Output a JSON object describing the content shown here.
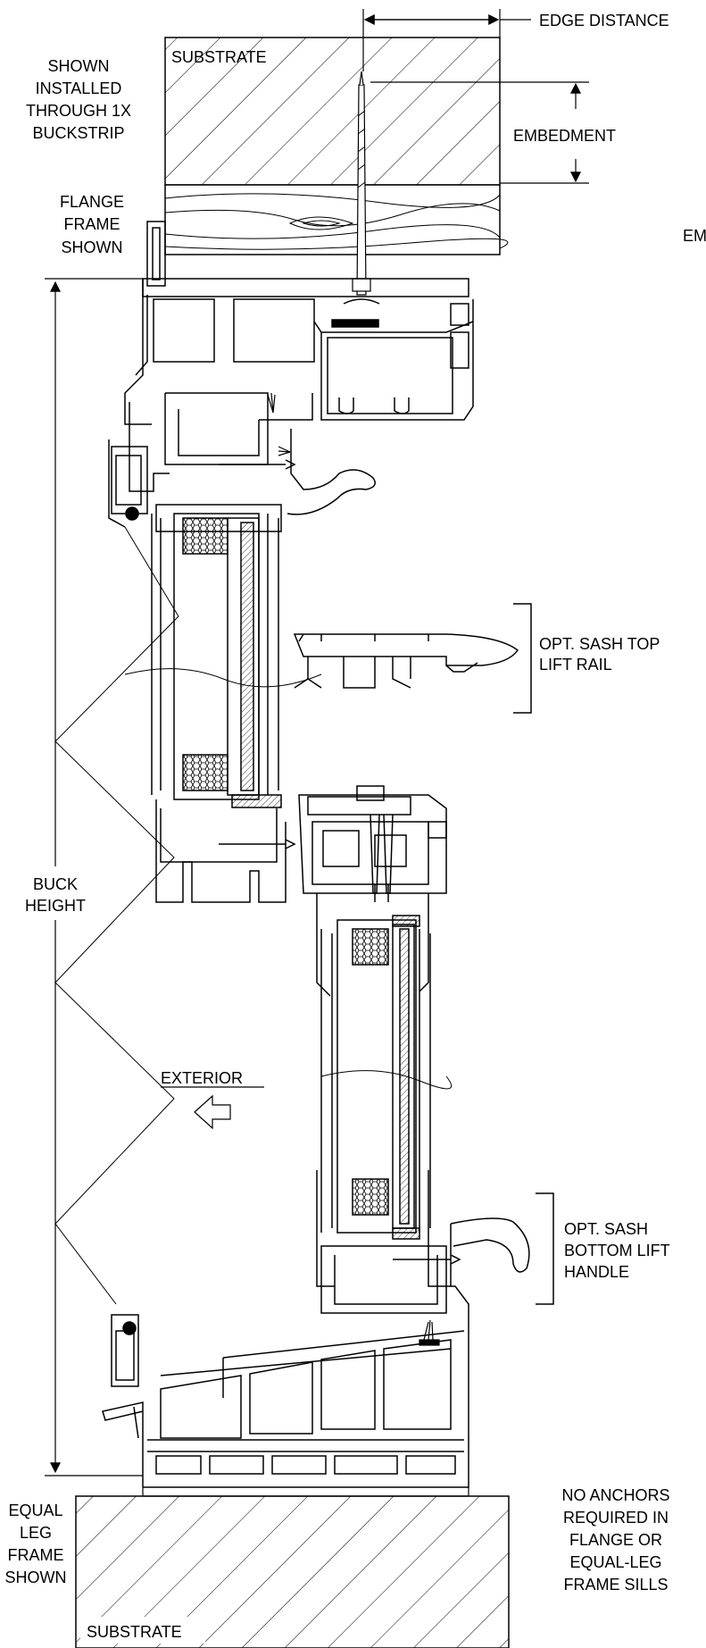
{
  "labels": {
    "edge_distance": "EDGE DISTANCE",
    "embedment": "EMBEDMENT",
    "embedment_clipped": "EM",
    "substrate_top": "SUBSTRATE",
    "substrate_bottom": "SUBSTRATE",
    "shown_installed": [
      "SHOWN",
      "INSTALLED",
      "THROUGH 1X",
      "BUCKSTRIP"
    ],
    "flange_frame": [
      "FLANGE",
      "FRAME",
      "SHOWN"
    ],
    "buck_height": [
      "BUCK",
      "HEIGHT"
    ],
    "exterior": "EXTERIOR",
    "opt_top_rail": [
      "OPT. SASH TOP",
      "LIFT RAIL"
    ],
    "opt_bottom_handle": [
      "OPT. SASH",
      "BOTTOM LIFT",
      "HANDLE"
    ],
    "equal_leg": [
      "EQUAL",
      "LEG",
      "FRAME",
      "SHOWN"
    ],
    "no_anchors": [
      "NO ANCHORS",
      "REQUIRED IN",
      "FLANGE OR",
      "EQUAL-LEG",
      "FRAME SILLS"
    ]
  }
}
